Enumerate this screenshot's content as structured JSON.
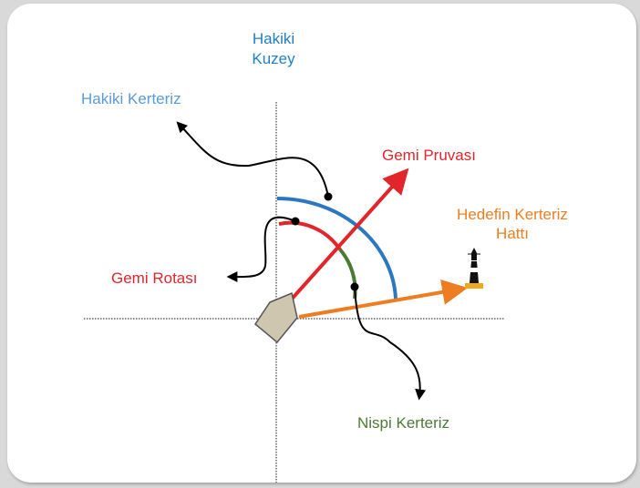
{
  "labels": {
    "true_north_line1": "Hakiki",
    "true_north_line2": "Kuzey",
    "true_bearing": "Hakiki Kerteriz",
    "ship_heading": "Gemi Pruvası",
    "target_bearing_line1": "Hedefin Kerteriz",
    "target_bearing_line2": "Hattı",
    "ship_course": "Gemi Rotası",
    "relative_bearing": "Nispi Kerteriz"
  },
  "colors": {
    "true_north": "#1f7fc0",
    "true_bearing": "#5b9bd5",
    "ship_heading": "#e1252b",
    "target_bearing": "#ee7d22",
    "ship_course": "#e1252b",
    "relative_bearing": "#4a7a34",
    "ship_hull": "#cfc6b0",
    "axis": "#444444"
  },
  "icons": {
    "ship": "ship-icon",
    "lighthouse": "lighthouse-icon"
  }
}
